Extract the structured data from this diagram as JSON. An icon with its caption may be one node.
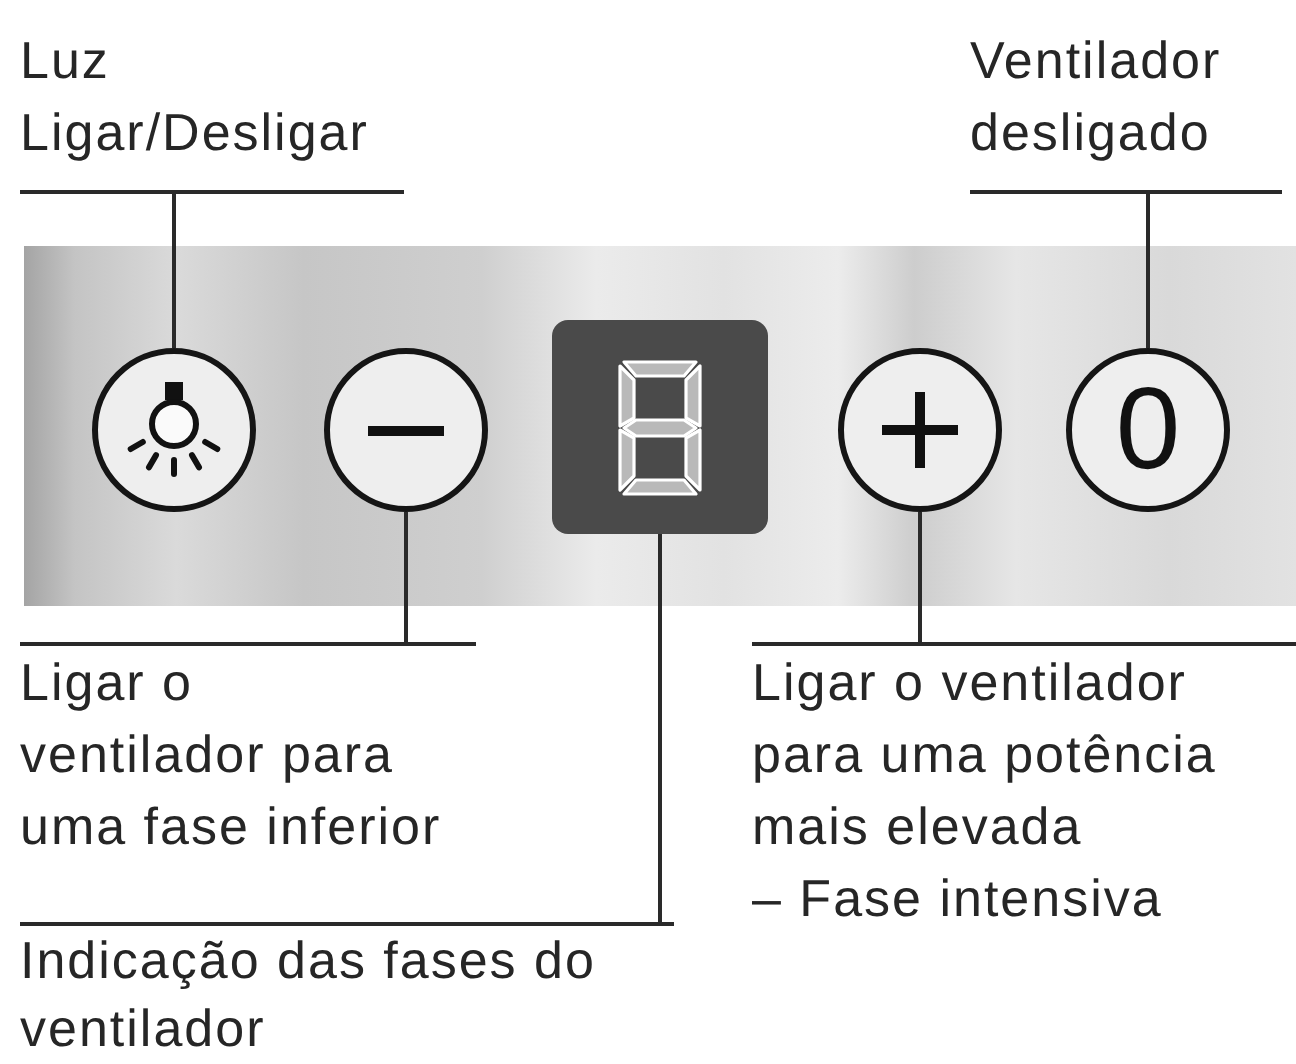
{
  "diagram": {
    "nodes": [
      {
        "text": [
          "Luz",
          "Ligar/Desligar"
        ]
      },
      {
        "text": [
          "Ventilador desligado"
        ]
      },
      {
        "text": [],
        "shape": "circle"
      },
      {
        "text": [],
        "shape": "circle"
      },
      {
        "text": [],
        "shape": "box"
      },
      {
        "text": [],
        "shape": "circle"
      },
      {
        "text": [
          "0"
        ]
      },
      {
        "text": [
          "Ligar o ventilador para uma fase inferior"
        ]
      },
      {
        "text": [
          "Ligar o ventilador para uma potência mais elevada",
          "– Fase intensiva"
        ]
      },
      {
        "text": [
          "Indicação das fases do ventilador"
        ]
      }
    ],
    "edges": [
      {
        "from": 0,
        "to": 2,
        "arrow": "none"
      },
      {
        "from": 1,
        "to": 6,
        "arrow": "none"
      },
      {
        "from": 7,
        "to": 3,
        "arrow": "none"
      },
      {
        "from": 8,
        "to": 5,
        "arrow": "none"
      },
      {
        "from": 9,
        "to": 4,
        "arrow": "none"
      }
    ]
  }
}
